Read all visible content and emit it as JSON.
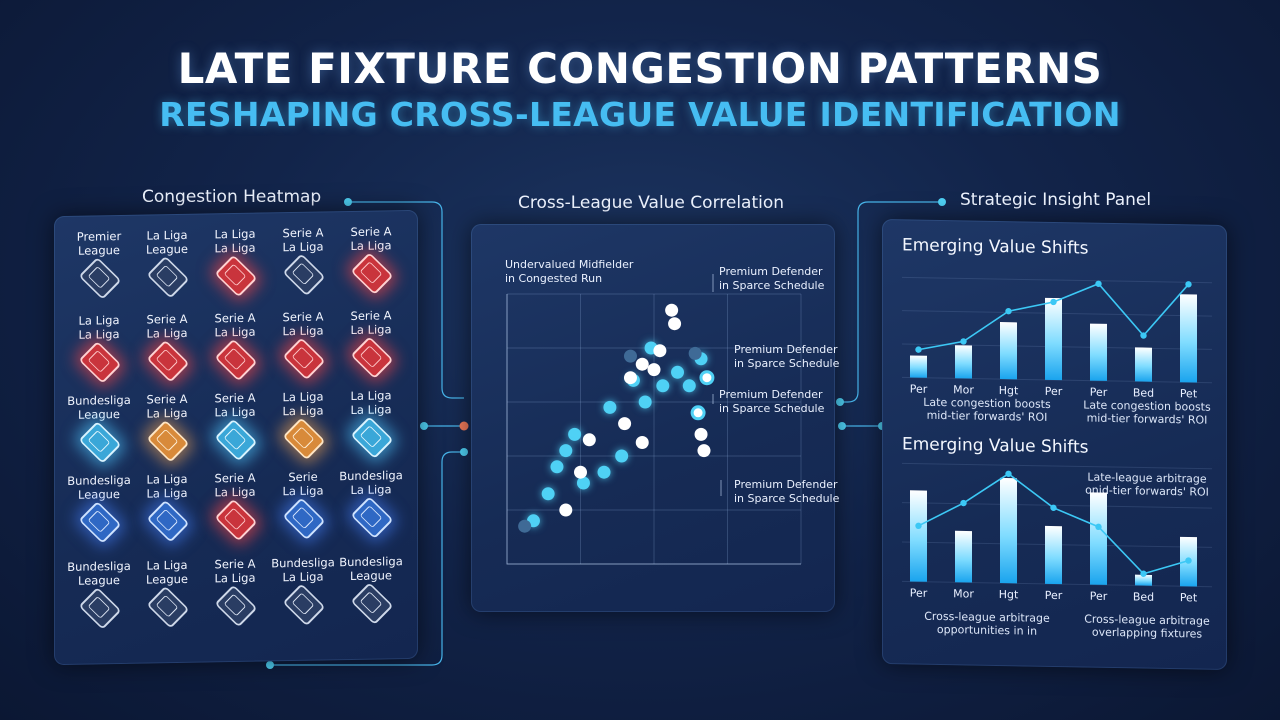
{
  "header": {
    "title": "LATE FIXTURE CONGESTION PATTERNS",
    "subtitle": "RESHAPING CROSS-LEAGUE VALUE IDENTIFICATION"
  },
  "sections": {
    "heatmap_label": "Congestion Heatmap",
    "correlation_label": "Cross-League Value Correlation",
    "insight_label": "Strategic Insight Panel"
  },
  "heatmap": {
    "rows": [
      [
        {
          "label": "Premier\nLeague",
          "level": "neutral"
        },
        {
          "label": "La Liga\nLeague",
          "level": "neutral"
        },
        {
          "label": "La Liga\nLa Liga",
          "level": "red"
        },
        {
          "label": "Serie A\nLa Liga",
          "level": "neutral"
        },
        {
          "label": "Serie A\nLa Liga",
          "level": "red"
        }
      ],
      [
        {
          "label": "La Liga\nLa Liga",
          "level": "red"
        },
        {
          "label": "Serie A\nLa Liga",
          "level": "red"
        },
        {
          "label": "Serie A\nLa Liga",
          "level": "red"
        },
        {
          "label": "Serie A\nLa Liga",
          "level": "red"
        },
        {
          "label": "Serie A\nLa Liga",
          "level": "red"
        }
      ],
      [
        {
          "label": "Bundesliga\nLeague",
          "level": "cyan"
        },
        {
          "label": "Serie A\nLa Liga",
          "level": "orange"
        },
        {
          "label": "Serie A\nLa Liga",
          "level": "cyan"
        },
        {
          "label": "La Liga\nLa Liga",
          "level": "orange"
        },
        {
          "label": "La Liga\nLa Liga",
          "level": "cyan"
        }
      ],
      [
        {
          "label": "Bundesliga\nLeague",
          "level": "blue"
        },
        {
          "label": "La Liga\nLa Liga",
          "level": "blue"
        },
        {
          "label": "Serie A\nLa Liga",
          "level": "red"
        },
        {
          "label": "Serie\nLa Liga",
          "level": "blue"
        },
        {
          "label": "Bundesliga\nLa Liga",
          "level": "blue"
        }
      ],
      [
        {
          "label": "Bundesliga\nLeague",
          "level": "neutral"
        },
        {
          "label": "La Liga\nLeague",
          "level": "neutral"
        },
        {
          "label": "Serie A\nLa Liga",
          "level": "neutral"
        },
        {
          "label": "Bundesliga\nLa Liga",
          "level": "neutral"
        },
        {
          "label": "Bundesliga\nLeague",
          "level": "neutral"
        }
      ]
    ],
    "colors": {
      "neutral": "#2a3d63",
      "red": "#c9343c",
      "cyan": "#3aa7d8",
      "orange": "#d88a3a",
      "blue": "#2f68c4"
    }
  },
  "correlation": {
    "annotations": {
      "undervalued": "Undervalued Midfielder\nin Congested Run",
      "premium_1": "Premium Defender\nin Sparce Schedule",
      "premium_2": "Premium Defender\nin Sparce Schedule",
      "premium_3": "Premium Defender\nin Sparce Schedule",
      "premium_4": "Premium Defender\nin Sparce Schedule"
    }
  },
  "chart_data": [
    {
      "type": "scatter",
      "title": "",
      "xlabel": "",
      "ylabel": "",
      "xlim": [
        0,
        10
      ],
      "ylim": [
        0,
        10
      ],
      "grid": true,
      "series": [
        {
          "color": "#4fd1f5",
          "points": [
            [
              0.9,
              1.6
            ],
            [
              1.4,
              2.6
            ],
            [
              1.7,
              3.6
            ],
            [
              2.3,
              4.8
            ],
            [
              2.6,
              3.0
            ],
            [
              2.0,
              4.2
            ],
            [
              3.5,
              5.8
            ],
            [
              3.9,
              4.0
            ],
            [
              4.3,
              6.8
            ],
            [
              4.7,
              6.0
            ],
            [
              5.3,
              6.6
            ],
            [
              5.8,
              7.1
            ],
            [
              6.6,
              7.6
            ],
            [
              6.2,
              6.6
            ],
            [
              4.9,
              8.0
            ],
            [
              3.3,
              3.4
            ]
          ]
        },
        {
          "color": "#ffffff",
          "points": [
            [
              2.0,
              2.0
            ],
            [
              2.5,
              3.4
            ],
            [
              2.8,
              4.6
            ],
            [
              4.0,
              5.2
            ],
            [
              4.2,
              6.9
            ],
            [
              4.6,
              7.4
            ],
            [
              5.2,
              7.9
            ],
            [
              5.6,
              9.4
            ],
            [
              5.7,
              8.9
            ],
            [
              4.6,
              4.5
            ],
            [
              6.6,
              4.8
            ],
            [
              6.7,
              4.2
            ],
            [
              5.0,
              7.2
            ]
          ]
        },
        {
          "color": "#3f6a96",
          "points": [
            [
              0.6,
              1.4
            ],
            [
              4.2,
              7.7
            ],
            [
              6.4,
              7.8
            ]
          ]
        }
      ]
    },
    {
      "type": "bar",
      "title": "Emerging Value Shifts",
      "categories": [
        "Per",
        "Mor",
        "Hgt",
        "Per",
        "Per",
        "Bed",
        "Pet"
      ],
      "values": [
        22,
        33,
        57,
        82,
        57,
        34,
        88
      ],
      "line": [
        28,
        37,
        68,
        78,
        97,
        46,
        98
      ],
      "ylim": [
        0,
        100
      ]
    },
    {
      "type": "bar",
      "title": "Emerging Value Shifts",
      "categories": [
        "Per",
        "Mor",
        "Hgt",
        "Per",
        "Per",
        "Bed",
        "Pet"
      ],
      "values": [
        85,
        48,
        98,
        54,
        86,
        10,
        46
      ],
      "line": [
        52,
        74,
        102,
        71,
        54,
        11,
        24
      ],
      "ylim": [
        0,
        110
      ]
    }
  ],
  "insight": {
    "cap1_left": "Late congestion boosts\nmid-tier forwards' ROI",
    "cap1_right": "Late congestion boosts\nmid-tier forwards' ROI",
    "cap2_top_right": "Late-league arbitrage\nonid-tier forwards' ROI",
    "cap2_left": "Cross-league arbitrage\nopportunities in in",
    "cap2_right": "Cross-league arbitrage\noverlapping fixtures"
  }
}
